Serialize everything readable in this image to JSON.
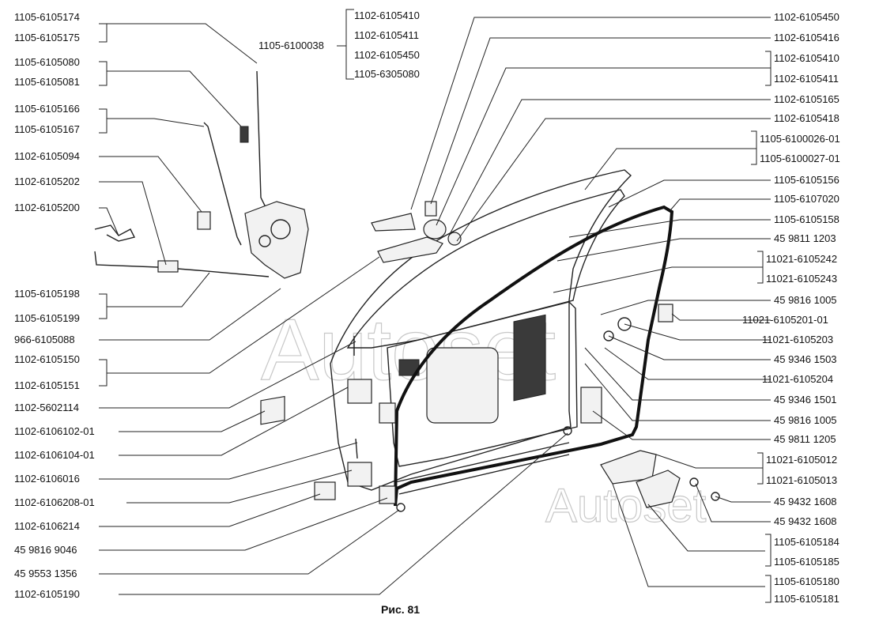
{
  "caption": "Рис. 81",
  "watermark": "Autoset",
  "labels_left": [
    "1105-6105174",
    "1105-6105175",
    "1105-6105080",
    "1105-6105081",
    "1105-6105166",
    "1105-6105167",
    "1102-6105094",
    "1102-6105202",
    "1102-6105200",
    "1105-6105198",
    "1105-6105199",
    "966-6105088",
    "1102-6105150",
    "1102-6105151",
    "1102-5602114",
    "1102-6106102-01",
    "1102-6106104-01",
    "1102-6106016",
    "1102-6106208-01",
    "1102-6106214",
    "45 9816 9046",
    "45 9553 1356",
    "1102-6105190"
  ],
  "labels_top": [
    "1105-6100038",
    "1102-6105410",
    "1102-6105411",
    "1102-6105450",
    "1105-6305080"
  ],
  "labels_right": [
    "1102-6105450",
    "1102-6105416",
    "1102-6105410",
    "1102-6105411",
    "1102-6105165",
    "1102-6105418",
    "1105-6100026-01",
    "1105-6100027-01",
    "1105-6105156",
    "1105-6107020",
    "1105-6105158",
    "45 9811 1203",
    "11021-6105242",
    "11021-6105243",
    "45 9816 1005",
    "11021-6105201-01",
    "11021-6105203",
    "45 9346 1503",
    "11021-6105204",
    "45 9346 1501",
    "45 9816 1005",
    "45 9811 1205",
    "11021-6105012",
    "11021-6105013",
    "45 9432 1608",
    "45 9432 1608",
    "1105-6105184",
    "1105-6105185",
    "1105-6105180",
    "1105-6105181"
  ]
}
